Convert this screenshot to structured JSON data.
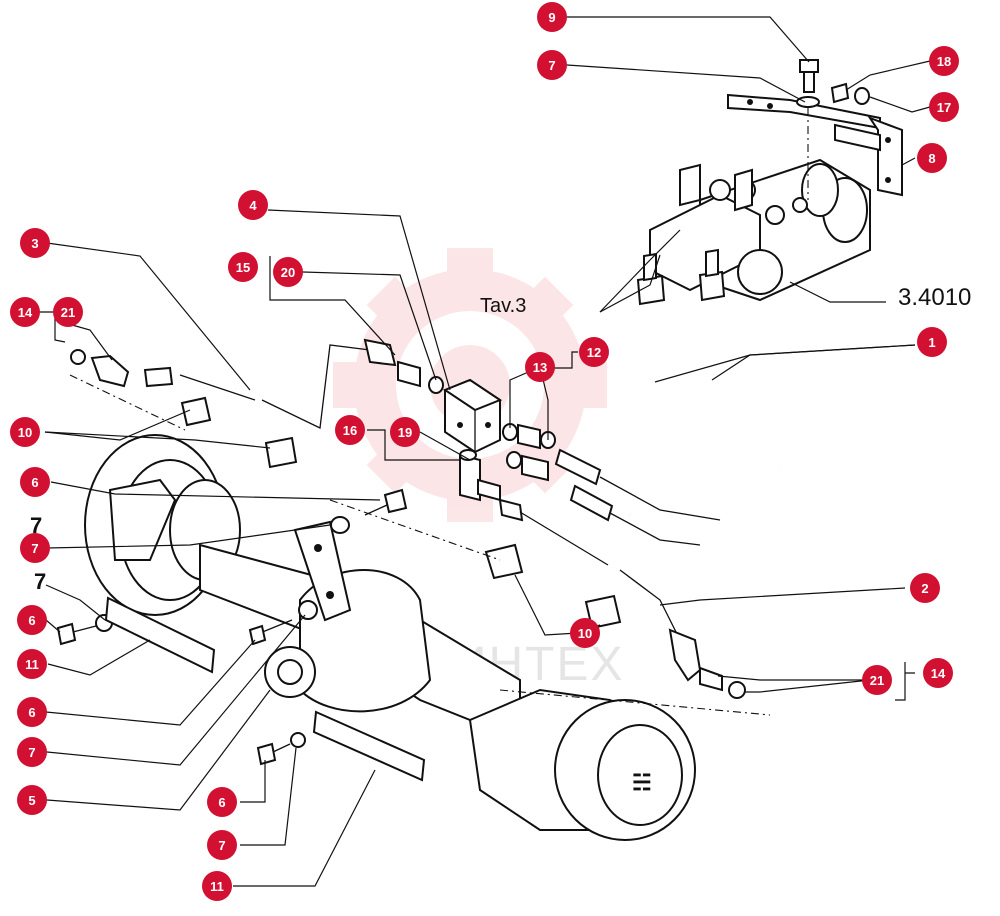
{
  "diagram": {
    "table_ref": "Tav.3",
    "assembly_ref": "3.4010",
    "watermark_text": "МИНТЕХ",
    "colors": {
      "callout_fill": "#d21032",
      "line": "#111111",
      "watermark": "#f4b6bd"
    },
    "callouts": [
      {
        "num": "9"
      },
      {
        "num": "7"
      },
      {
        "num": "18"
      },
      {
        "num": "17"
      },
      {
        "num": "8"
      },
      {
        "num": "4"
      },
      {
        "num": "3"
      },
      {
        "num": "15"
      },
      {
        "num": "20"
      },
      {
        "num": "14"
      },
      {
        "num": "21"
      },
      {
        "num": "12"
      },
      {
        "num": "13"
      },
      {
        "num": "1"
      },
      {
        "num": "10"
      },
      {
        "num": "16"
      },
      {
        "num": "19"
      },
      {
        "num": "6"
      },
      {
        "num": "7"
      },
      {
        "num": "6"
      },
      {
        "num": "11"
      },
      {
        "num": "2"
      },
      {
        "num": "10"
      },
      {
        "num": "21"
      },
      {
        "num": "14"
      },
      {
        "num": "6"
      },
      {
        "num": "7"
      },
      {
        "num": "5"
      },
      {
        "num": "6"
      },
      {
        "num": "7"
      },
      {
        "num": "11"
      }
    ],
    "side_marks": [
      "7",
      "7"
    ]
  }
}
